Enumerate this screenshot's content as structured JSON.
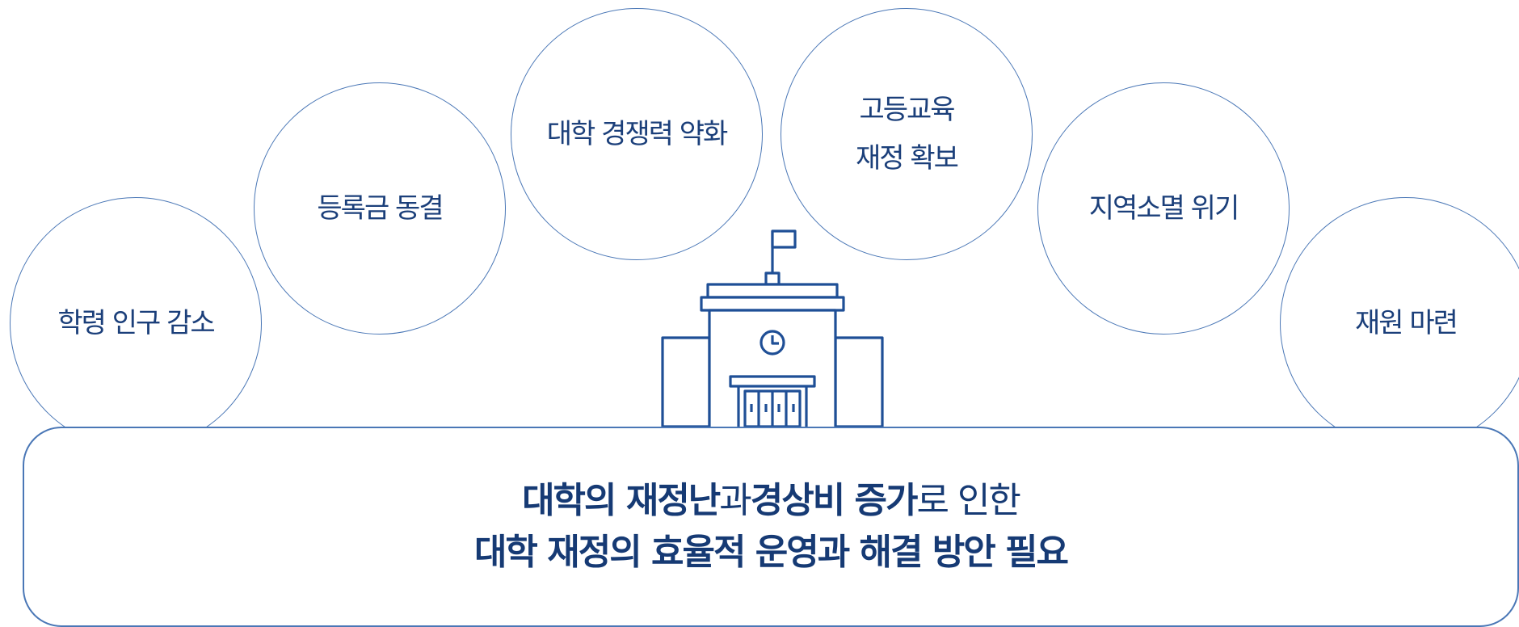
{
  "bubbles": [
    {
      "id": "learning-population",
      "lines": [
        "학령 인구 감소"
      ]
    },
    {
      "id": "tuition-freeze",
      "lines": [
        "등록금 동결"
      ]
    },
    {
      "id": "competitiveness",
      "lines": [
        "대학 경쟁력 약화"
      ]
    },
    {
      "id": "funding",
      "lines": [
        "고등교육",
        "재정 확보"
      ]
    },
    {
      "id": "regional-extinction",
      "lines": [
        "지역소멸 위기"
      ]
    },
    {
      "id": "resources",
      "lines": [
        "재원 마련"
      ]
    }
  ],
  "panel": {
    "line1": [
      {
        "text": "대학의 재정난",
        "bold": true
      },
      {
        "text": "과",
        "bold": false
      },
      {
        "text": "경상비 증가",
        "bold": true
      },
      {
        "text": "로 인한",
        "bold": false
      }
    ],
    "line2": [
      {
        "text": "대학 재정의 효율적 운영과 해결 방안 필요",
        "bold": true
      }
    ]
  },
  "colors": {
    "stroke": "#4a77b6",
    "text": "#1b3f7a"
  },
  "icons": {
    "building": "university-building-icon"
  }
}
